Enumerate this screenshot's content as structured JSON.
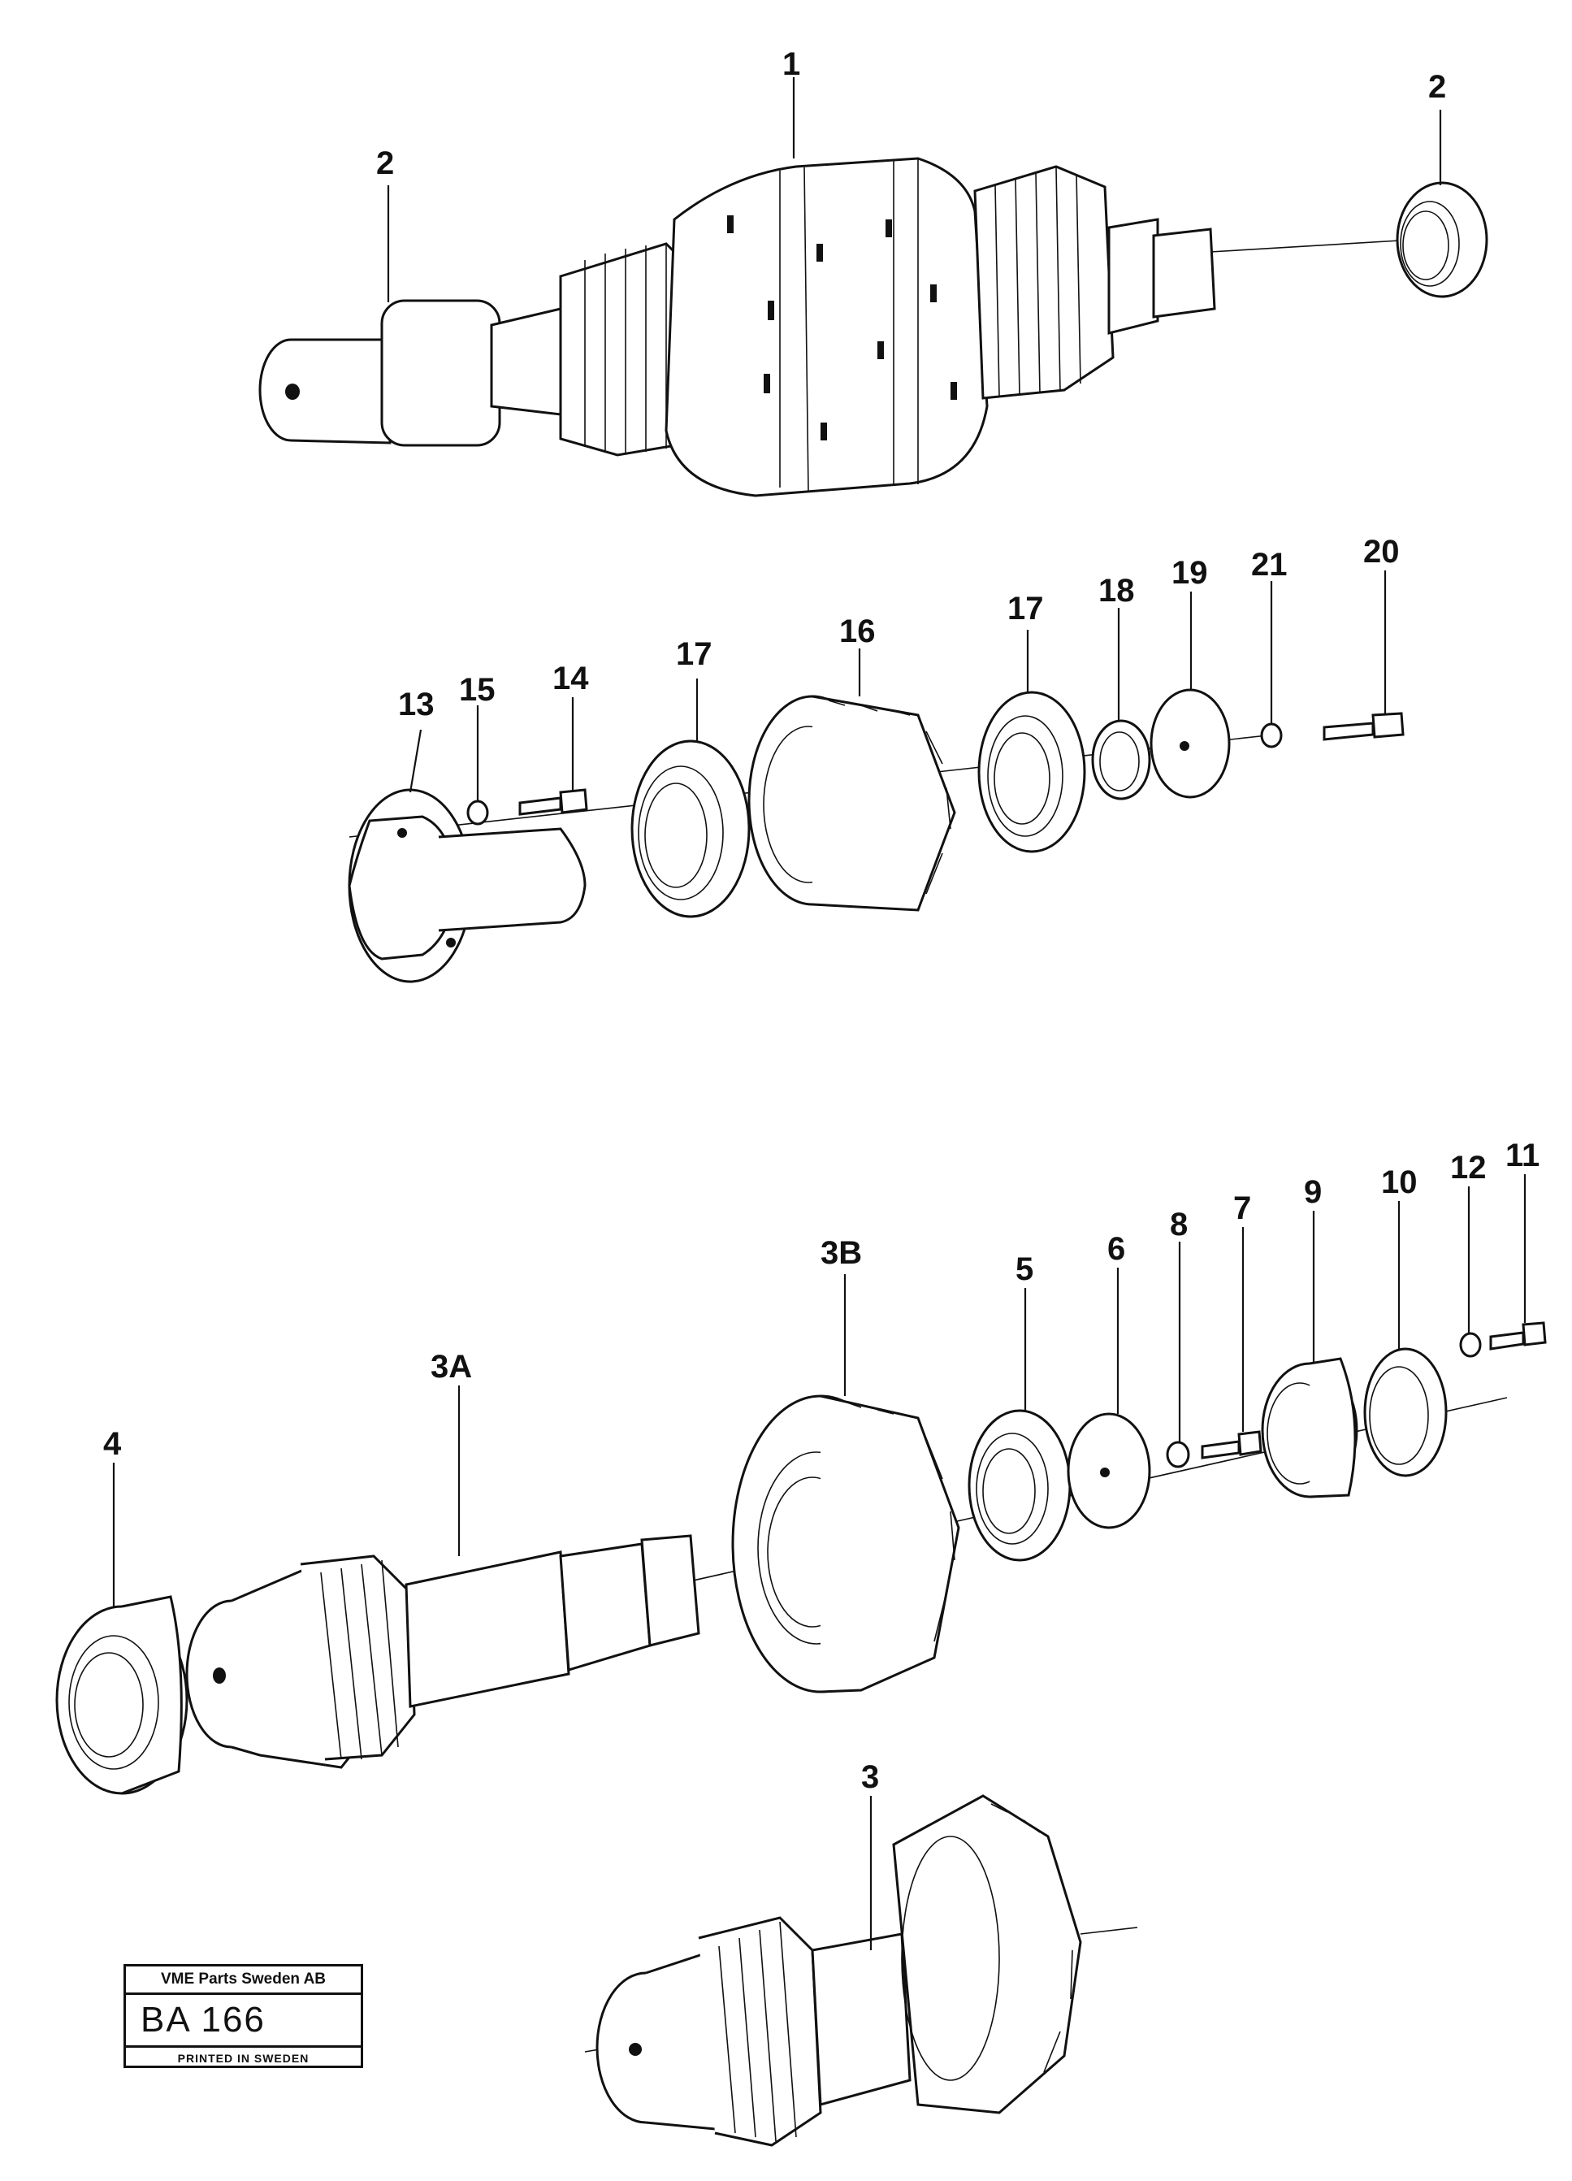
{
  "callouts": {
    "c1": "1",
    "c2a": "2",
    "c2b": "2",
    "c13": "13",
    "c15": "15",
    "c14": "14",
    "c17a": "17",
    "c16": "16",
    "c17b": "17",
    "c18": "18",
    "c19": "19",
    "c21": "21",
    "c20": "20",
    "c3B": "3B",
    "c5": "5",
    "c6": "6",
    "c8": "8",
    "c7": "7",
    "c9": "9",
    "c10": "10",
    "c12": "12",
    "c11": "11",
    "c3A": "3A",
    "c4": "4",
    "c3": "3"
  },
  "stamp": {
    "company": "VME Parts Sweden AB",
    "code": "BA  166",
    "printed": "PRINTED IN SWEDEN"
  }
}
